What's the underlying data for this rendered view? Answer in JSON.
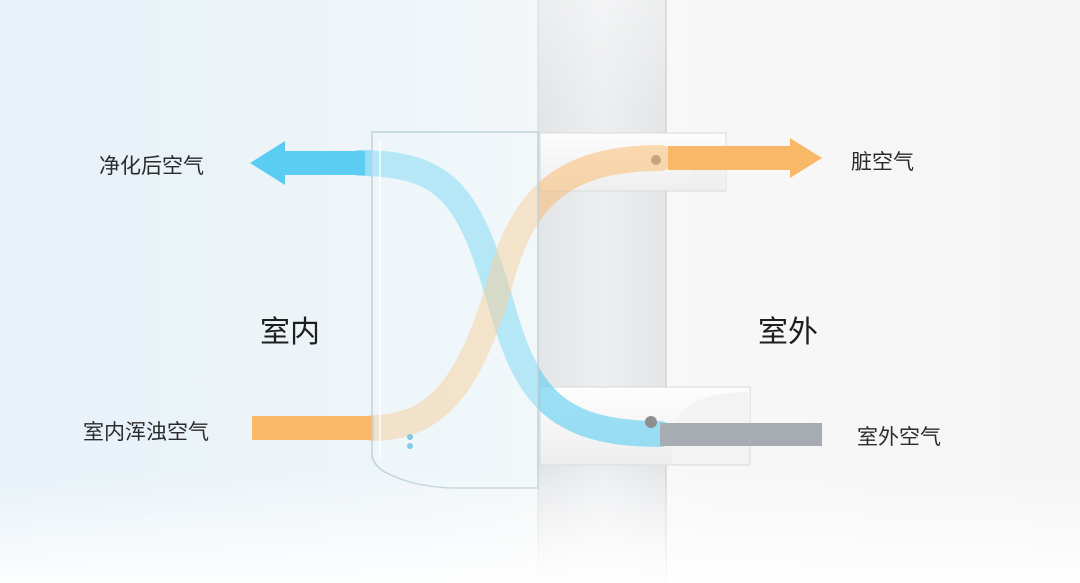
{
  "labels": {
    "purified_air": "净化后空气",
    "dirty_air": "脏空气",
    "indoor": "室内",
    "outdoor": "室外",
    "indoor_dirty_air": "室内浑浊空气",
    "outdoor_air": "室外空气"
  },
  "colors": {
    "blue_flow": "#5bcdf2",
    "orange_flow": "#f9b867",
    "gray_flow": "#a6acb1",
    "wall": "#e4e6e8"
  }
}
